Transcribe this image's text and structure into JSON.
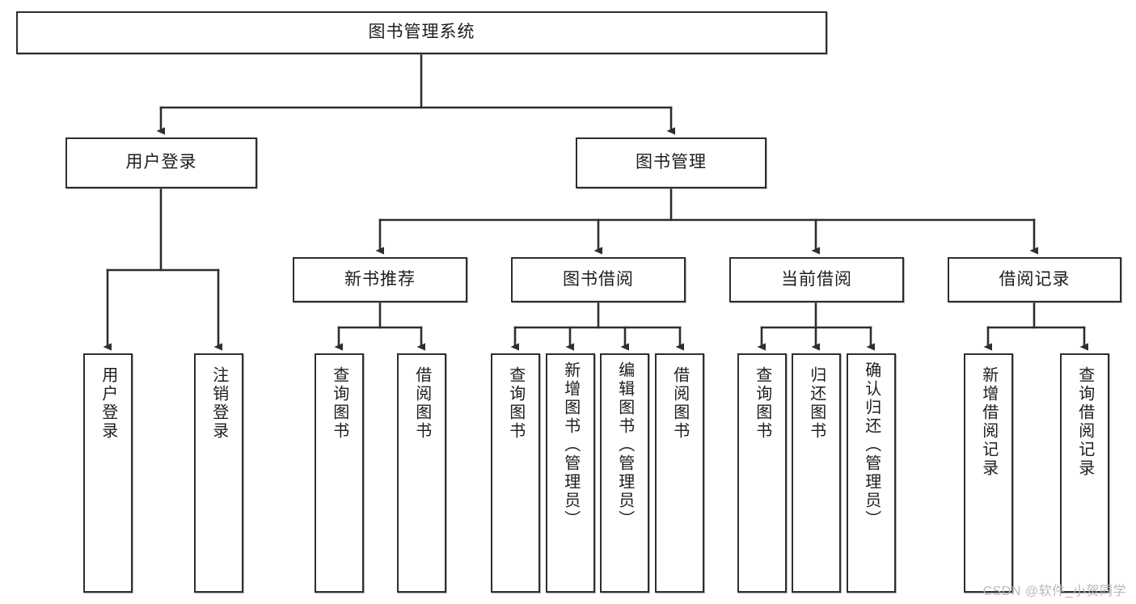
{
  "diagram": {
    "type": "tree-hierarchy",
    "title": "图书管理系统",
    "root": {
      "label": "图书管理系统"
    },
    "level2": [
      {
        "label": "用户登录"
      },
      {
        "label": "图书管理"
      }
    ],
    "level3": [
      {
        "label": "新书推荐"
      },
      {
        "label": "图书借阅"
      },
      {
        "label": "当前借阅"
      },
      {
        "label": "借阅记录"
      }
    ],
    "leaves": {
      "user_login": [
        {
          "label": "用户登录"
        },
        {
          "label": "注销登录"
        }
      ],
      "new_book_recommend": [
        {
          "label": "查询图书"
        },
        {
          "label": "借阅图书"
        }
      ],
      "book_borrow": [
        {
          "label": "查询图书"
        },
        {
          "label": "新增图书（管理员）"
        },
        {
          "label": "编辑图书（管理员）"
        },
        {
          "label": "借阅图书"
        }
      ],
      "current_borrow": [
        {
          "label": "查询图书"
        },
        {
          "label": "归还图书"
        },
        {
          "label": "确认归还（管理员）"
        }
      ],
      "borrow_records": [
        {
          "label": "新增借阅记录"
        },
        {
          "label": "查询借阅记录"
        }
      ]
    }
  },
  "watermark": {
    "text": "CSDN @软件_小贺同学"
  },
  "colors": {
    "border": "#2e2e2e",
    "text": "#1d1d1d",
    "background": "#ffffff",
    "watermark": "#b9b9b9"
  }
}
